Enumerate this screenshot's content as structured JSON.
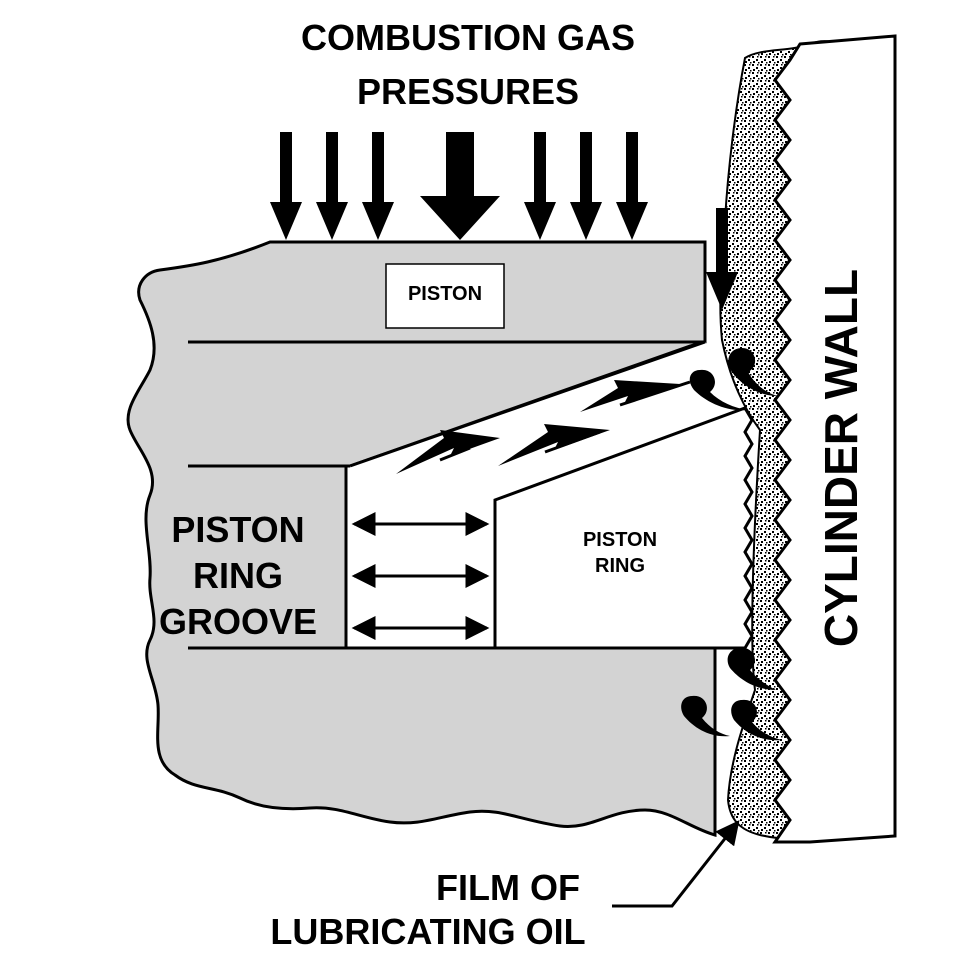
{
  "title": {
    "line1": "COMBUSTION GAS",
    "line2": "PRESSURES"
  },
  "labels": {
    "piston": "PISTON",
    "groove_line1": "PISTON",
    "groove_line2": "RING",
    "groove_line3": "GROOVE",
    "ring_line1": "PISTON",
    "ring_line2": "RING",
    "wall": "CYLINDER WALL",
    "oil_line1": "FILM OF",
    "oil_line2": "LUBRICATING OIL"
  },
  "colors": {
    "piston_fill": "#d3d3d3",
    "stroke": "#000000",
    "background": "#ffffff"
  }
}
